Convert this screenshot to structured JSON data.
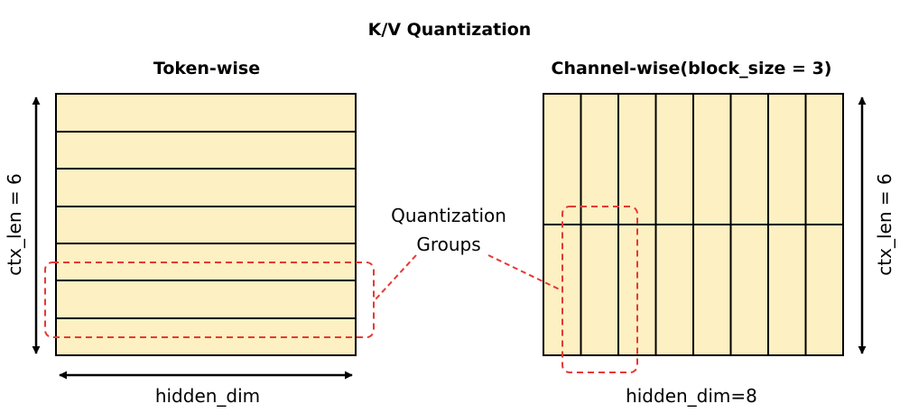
{
  "title": "K/V Quantization",
  "left_panel": {
    "title": "Token-wise",
    "vertical_label": "ctx_len = 6",
    "horizontal_label": "hidden_dim"
  },
  "right_panel": {
    "title": "Channel-wise(block_size = 3)",
    "vertical_label": "ctx_len = 6",
    "horizontal_label": "hidden_dim=8"
  },
  "callout": {
    "line1": "Quantization",
    "line2": "Groups"
  },
  "colors": {
    "cell_fill": "#fdf0c2",
    "grid_line": "#000000",
    "group_outline": "#e53935"
  }
}
